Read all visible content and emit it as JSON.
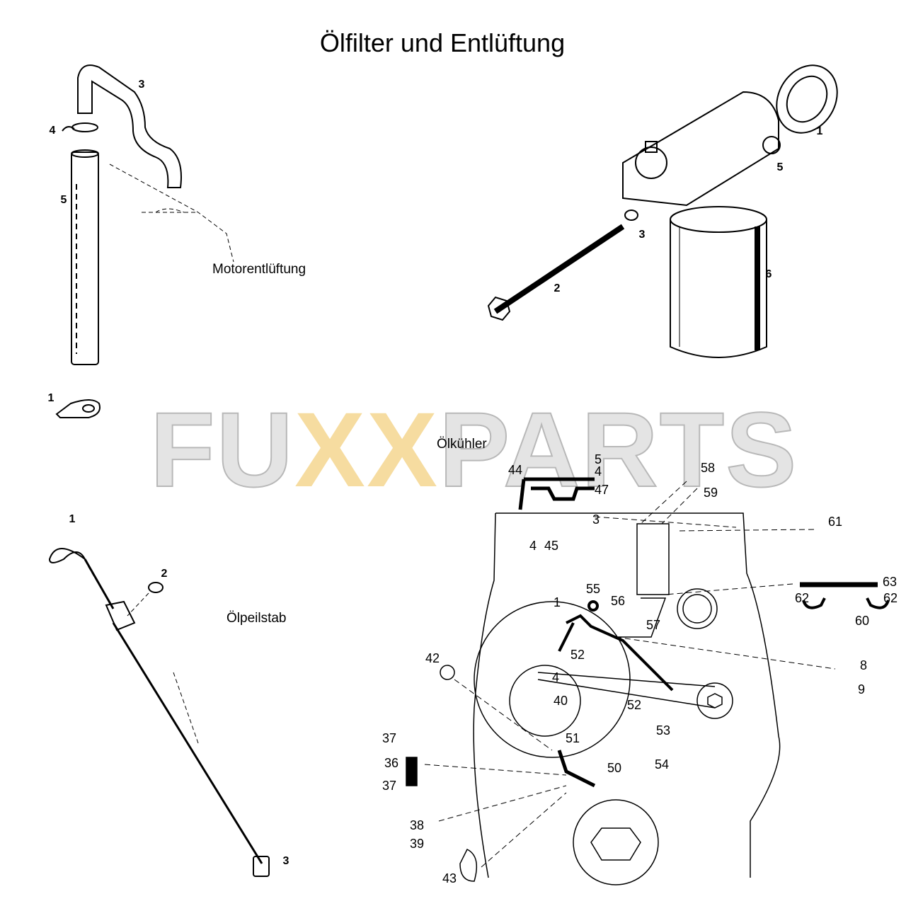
{
  "title": "Ölfilter und Entlüftung",
  "watermark": {
    "left": "FU",
    "middle": "XX",
    "right": "PARTS",
    "accent": "#f6dca0"
  },
  "sections": {
    "motorentlueftung": {
      "title": "Motorentlüftung",
      "labels": [
        "3",
        "4",
        "5",
        "1"
      ]
    },
    "oelfilter": {
      "labels": [
        "1",
        "5",
        "3",
        "6",
        "2"
      ]
    },
    "oelpeilstab": {
      "title": "Ölpeilstab",
      "labels": [
        "1",
        "2",
        "3"
      ]
    },
    "oelkuehler": {
      "title": "Ölkühler",
      "labels": [
        "5",
        "4",
        "44",
        "47",
        "3",
        "58",
        "59",
        "61",
        "4",
        "45",
        "55",
        "56",
        "63",
        "62",
        "62",
        "1",
        "57",
        "60",
        "52",
        "8",
        "42",
        "9",
        "4",
        "40",
        "52",
        "53",
        "51",
        "37",
        "36",
        "50",
        "54",
        "37",
        "38",
        "39",
        "43"
      ]
    }
  }
}
